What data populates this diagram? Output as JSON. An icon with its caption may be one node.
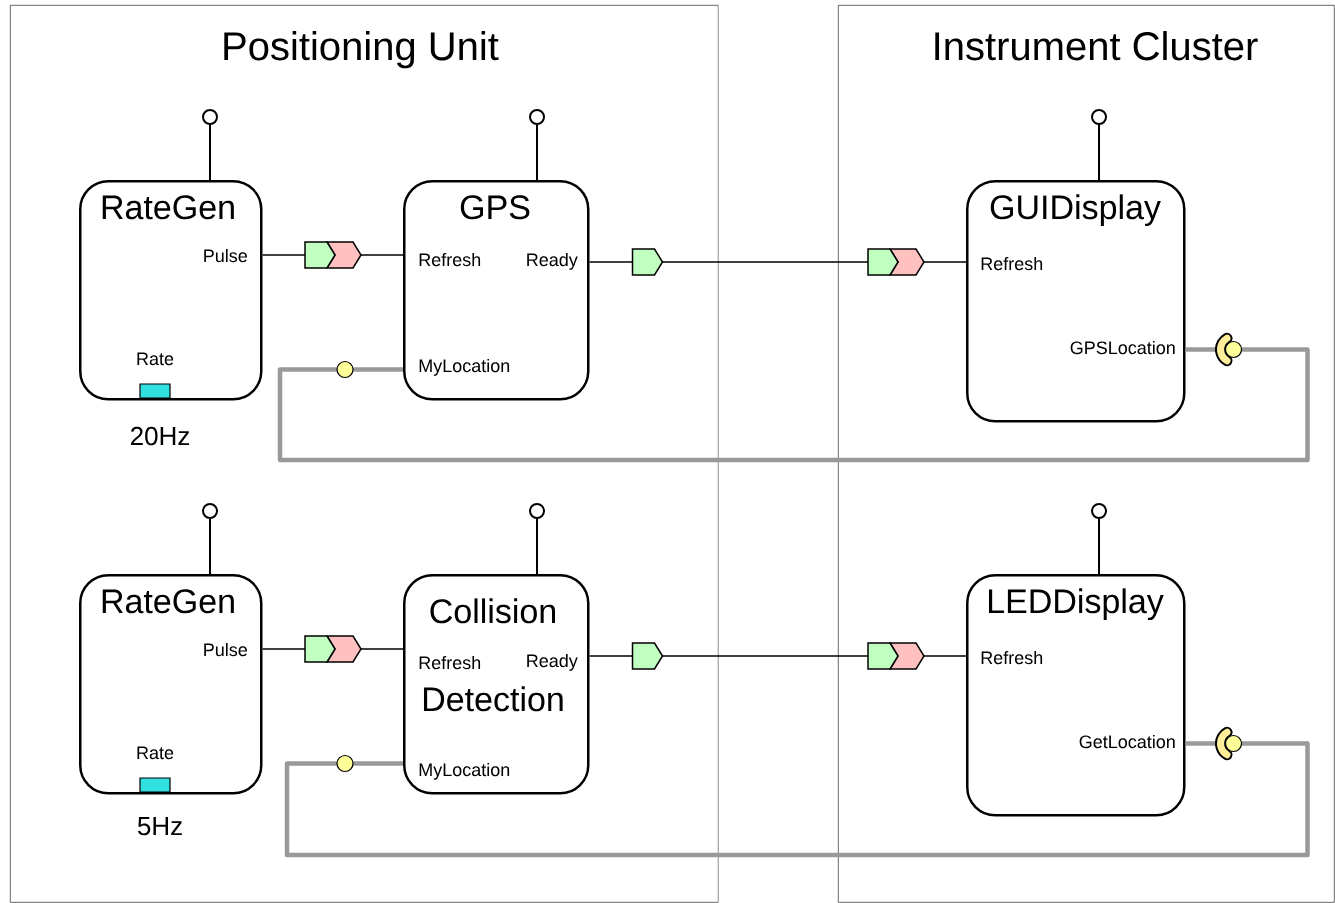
{
  "diagram": {
    "nodes": [
      {
        "text": [
          "Positioning Unit"
        ]
      },
      {
        "text": [
          "Instrument Cluster"
        ]
      },
      {
        "text": [
          "RateGen",
          "Pulse",
          "Rate"
        ],
        "beside": [
          "20Hz"
        ],
        "in": 0
      },
      {
        "text": [
          "GPS",
          "Refresh",
          "Ready",
          "MyLocation"
        ],
        "in": 0
      },
      {
        "text": [
          "RateGen",
          "Pulse",
          "Rate"
        ],
        "beside": [
          "5Hz"
        ],
        "in": 0
      },
      {
        "text": [
          "Collision",
          "Refresh",
          "Ready",
          "Detection",
          "MyLocation"
        ],
        "in": 0
      },
      {
        "text": [
          "GUIDisplay",
          "Refresh",
          "GPSLocation"
        ],
        "in": 1
      },
      {
        "text": [
          "LEDDisplay",
          "Refresh",
          "GetLocation"
        ],
        "in": 1
      }
    ],
    "edges": [
      {
        "from": 2,
        "to": 3,
        "arrow": "none"
      },
      {
        "from": 3,
        "to": 6,
        "arrow": "none"
      },
      {
        "from": 4,
        "to": 5,
        "arrow": "none"
      },
      {
        "from": 5,
        "to": 7,
        "arrow": "none"
      },
      {
        "from": 3,
        "to": 6,
        "arrow": "none",
        "style": "thick",
        "color": "#999999"
      },
      {
        "from": 5,
        "to": 7,
        "arrow": "none",
        "style": "thick",
        "color": "#999999"
      }
    ]
  }
}
